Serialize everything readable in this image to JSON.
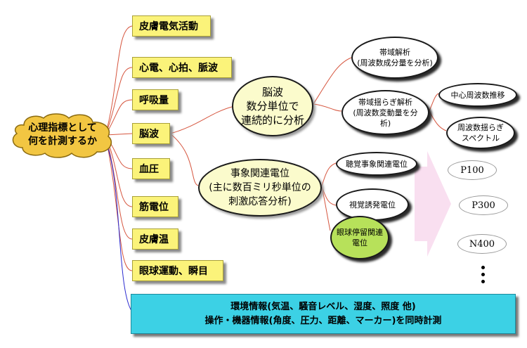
{
  "root": {
    "label": "心理指標として\n何を計測するか"
  },
  "categories": [
    "皮膚電気活動",
    "心電、心拍、脈波",
    "呼吸量",
    "脳波",
    "血圧",
    "筋電位",
    "皮膚温",
    "眼球運動、瞬目"
  ],
  "eeg": {
    "label": "脳波\n数分単位で\n連続的に分析",
    "band_analysis": "帯域解析\n(周波数成分量を分析)",
    "band_fluctuation": "帯域揺らぎ解析\n(周波数変動量を分\n析)",
    "center_freq": "中心周波数推移",
    "fluct_spectrum": "周波数揺らぎ\nスペクトル"
  },
  "erp": {
    "label": "事象関連電位\n(主に数百ミリ秒単位の\n刺激応答分析)",
    "auditory": "聴覚事象関連電位",
    "visual": "視覚誘発電位",
    "eye_fixation": "眼球停留関連\n電位"
  },
  "components": [
    "P100",
    "P300",
    "N400"
  ],
  "environment": {
    "text": "環境情報(気温、騒音レベル、湿度、照度 他)\n操作・機器情報(角度、圧力、距離、マーカー)を同時計測"
  },
  "colors": {
    "category_fill": "#fbf37a",
    "root_fill": "#f2c642",
    "eeg_fill": "#fbfbcc",
    "highlight_fill": "#b7e15a",
    "environment_fill": "#3cd1e5",
    "connector": "#d6563f"
  }
}
